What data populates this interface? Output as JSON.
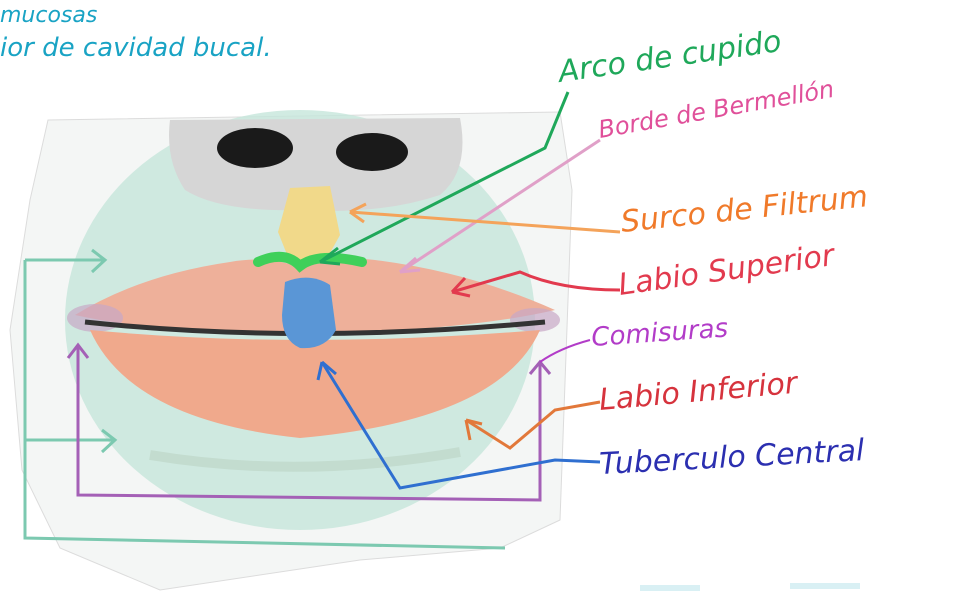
{
  "header": {
    "line1": "mucosas",
    "line2": "ior de cavidad bucal."
  },
  "labels": {
    "arco": "Arco de cupido",
    "borde": "Borde de Bermellón",
    "surco": "Surco de Filtrum",
    "labio_sup": "Labio Superior",
    "comisuras": "Comisuras",
    "labio_inf": "Labio Inferior",
    "tuberculo": "Tuberculo Central"
  },
  "colors": {
    "header": "#19a3c4",
    "arco": "#1fa85a",
    "borde": "#e0509a",
    "surco": "#f07a2a",
    "labio_sup": "#e23a4e",
    "comisuras": "#b23cc8",
    "labio_inf": "#d6333d",
    "tuberculo": "#2b2fb0",
    "blue_arrow": "#2f6fd0",
    "bracket_purple": "#a460b6",
    "bracket_teal": "#7cc9b0",
    "lip": "#f0a98c",
    "skin_teal": "#bfe3d7"
  }
}
